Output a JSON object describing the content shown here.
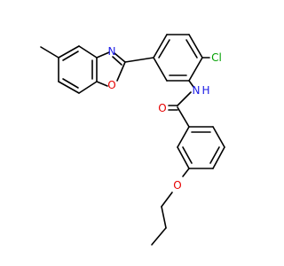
{
  "molecule": {
    "atom_labels": {
      "nitrogen_oxazole": "N",
      "oxygen_oxazole": "O",
      "chlorine": "Cl",
      "amide_nh": "N",
      "amide_h": "H",
      "carbonyl_oxygen": "O",
      "ether_oxygen": "O"
    }
  },
  "colors": {
    "bond": "#000000",
    "nitrogen": "#1a1ae6",
    "oxygen": "#e60000",
    "chlorine": "#00a000"
  }
}
